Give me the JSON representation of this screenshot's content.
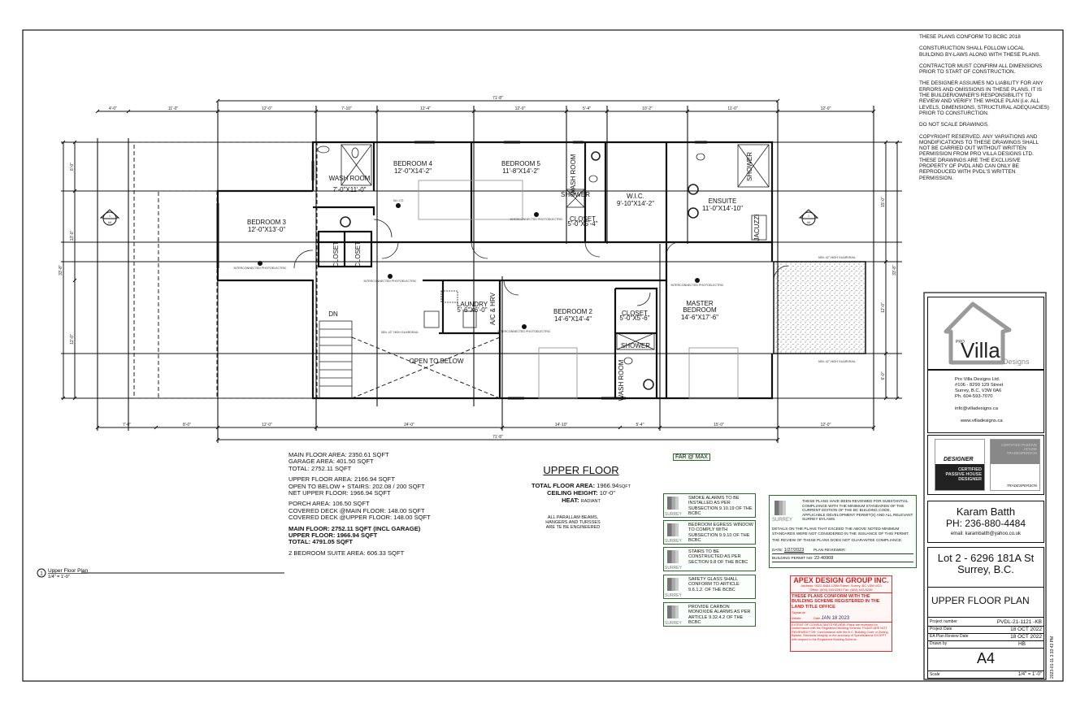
{
  "notes": [
    "THESE PLANS CONFORM TO BCBC 2018",
    "CONSTURUCTION SHALL FOLLOW LOCAL BUILDING BY-LAWS ALONG WITH THESE PLANS.",
    "CONTRACTOR MUST CONFIRM ALL DIMENSIONS PRIOR TO START OF CONSTRUCTION.",
    "THE DESIGNER ASSUMES NO LIABILITY FOR ANY ERRORS AND OMISSIONS IN THESE PLANS. IT IS THE BUILDER/OWNER'S RESPONSIBILITY TO REVIEW AND VERIFY THE WHOLE PLAN (i.e. ALL LEVELS, DIMENSIONS, STRUCTURAL ADEQUACIES) PRIOR TO CONSTURCTION.",
    "DO NOT SCALE DRAWINGS.",
    "COPYRIGHT RESERVED. ANY VARIATIONS AND MONDIFICATIONS TO THESE DRAWINGS SHALL NOT BE CARRIED OUT WITHOUT WRITTEN PERMISSION FROM PRO VILLA DESIGNS LTD. THESE DRAWINGS ARE THE EXCLUSIVE PROPERTY OF PVDL AND CAN ONLY BE REPRODUCED WITH PVDL'S WRITTEN PERMISSION."
  ],
  "plan": {
    "rooms": {
      "washroom1": {
        "name": "WASH ROOM",
        "size": "7'-0\"X11'-0\""
      },
      "bedroom4": {
        "name": "BEDROOM 4",
        "size": "12'-0\"X14'-2\""
      },
      "bedroom5": {
        "name": "BEDROOM 5",
        "size": "11'-8\"X14'-2\""
      },
      "wic": {
        "name": "W.I.C.",
        "size": "9'-10\"X14'-2\""
      },
      "ensuite": {
        "name": "ENSUITE",
        "size": "11'-0\"X14'-10\""
      },
      "bedroom3": {
        "name": "BEDROOM 3",
        "size": "12'-0\"X13'-0\""
      },
      "laundry": {
        "name": "LAUNDRY",
        "size": "5'-6\"X6'-0\""
      },
      "achrv": {
        "name": "A/C & HRV"
      },
      "bedroom2": {
        "name": "BEDROOM 2",
        "size": "14'-6\"X14'-4\""
      },
      "closet2": {
        "name": "CLOSET",
        "size": "5'-0\"X5'-6\""
      },
      "closet5": {
        "name": "CLOSET",
        "size": "5'-0\"X5'-4\""
      },
      "master": {
        "name": "MASTER",
        "name2": "BEDROOM",
        "size": "14'-6\"X17'-6\""
      },
      "open": {
        "name": "OPEN TO BELOW"
      },
      "closetA": {
        "name": "CLOSET"
      },
      "closetB": {
        "name": "CLOSET"
      },
      "washroom2": {
        "name": "WASH ROOM"
      },
      "washroom3": {
        "name": "WASH ROOM"
      },
      "shower": "SHOWER",
      "jacuzzi": "JACUZZI",
      "stair": "DN"
    },
    "smoke_label": "SA / CO",
    "smoke_sub": "INTERCONNECTED PHOTOELECTRIC",
    "guardrail": "MIN. 42\" HIGH GUARDRAIL",
    "section_marker": {
      "num": "1",
      "sheet": "A6"
    },
    "dims_top_overall": "71'-8\"",
    "dims_top": [
      "4'-0\"",
      "11'-0\"",
      "12'-0\"",
      "7'-10\"",
      "12'-4\"",
      "12'-0\"",
      "5'-4\"",
      "10'-2\"",
      "11'-0\"",
      "12'-0\""
    ],
    "dims_bottom_overall": "71'-8\"",
    "dims_bottom": [
      "7'-0\"",
      "8'-0\"",
      "12'-0\"",
      "24'-0\"",
      "14'-10\"",
      "5'-4\"",
      "15'-0\"",
      "12'-0\""
    ],
    "dims_left": [
      "6'-0\"",
      "13'-0\"",
      "12'-0\""
    ],
    "dims_left_overall": "33'-8\"",
    "dims_right": [
      "15'-0\"",
      "12'-0\"",
      "6'-0\""
    ],
    "dims_right_overall": "33'-8\"",
    "view_title": "Upper Floor Plan",
    "view_scale": "1/4\" = 1'-0\"",
    "view_num": "1"
  },
  "areas": [
    [
      "MAIN FLOOR AREA: 2350.61 SQFT",
      "GARAGE AREA: 401.50 SQFT",
      "TOTAL: 2752.11 SQFT"
    ],
    [
      "UPPER FLOOR AREA: 2166.94 SQFT",
      "OPEN TO BELOW + STAIRS: 202.08 / 200 SQFT",
      "NET UPPER FLOOR: 1966.94 SQFT"
    ],
    [
      "PORCH AREA: 106.50 SQFT",
      "COVERED DECK @MAIN FLOOR: 148.00 SQFT",
      "COVERED DECK @UPPER FLOOR: 148.00 SQFT"
    ],
    [
      "MAIN FLOOR: 2752.11 SQFT (INCL GARAGE)",
      "UPPER FLOOR: 1966.94 SQFT",
      "TOTAL: 4791.05 SQFT"
    ],
    [
      "2 BEDROOM SUITE AREA: 606.33 SQFT"
    ]
  ],
  "upper_floor": {
    "title": "UPPER FLOOR",
    "total_label": "TOTAL FLOOR AREA:",
    "total_value": "1966.94",
    "total_unit": "SQFT",
    "ceiling_label": "CEILING HEIGHT:",
    "ceiling_value": "10'-0\"",
    "heat_label": "HEAT:",
    "heat_value": "RADIANT",
    "note": [
      "ALL PARALLAM BEAMS,",
      "HANGERS AND TURSSES",
      "ARE TE BE ENGINEERED"
    ]
  },
  "far_label": "FAR @ MAX",
  "surrey_label": "SURREY",
  "surrey_notes": [
    "SMOKE ALARMS TO BE INSTALLED AS PER SUBSECTION 9.10.19 OF THE BCBC",
    "BEDROOM EGRESS WINDOW TO COMPLY WITH SUBSECTION 9.9.10 OF THE BCBC",
    "STAIRS TO BE CONSTRUCTED AS PER SECTION 9.8 OF THE BCBC",
    "SAFETY GLASS SHALL CONFORM TO ARTICLE 9.6.1.2. OF THE BCBC",
    "PROVIDE CARBON MONOXIDE ALARMS AS PER ARTICLE 9.32.4.2 OF THE BCBC"
  ],
  "review": {
    "text1": "THESE PLANS HAVE BEEN REVIEWED FOR SUBSTANTIAL COMPLIANCE WITH THE MINIMUM STANDARDS OF THE CURRENT EDITION OF THE BC BUILDING CODE, APPLICABLE DEVELOPMENT PERMIT(S) AND ALL RELEVANT SURREY BYLAWS.",
    "text2": "DETAILS ON THE PLANS THAT EXCEED THE ABOVE NOTED MINIMUM STANDARDS WERE NOT CONSIDERED IN THE ISSUANCE OF THIS PERMIT.",
    "text3": "THE REVIEW OF THESE PLANS DOES NOT GUARANTEE COMPLIANCE.",
    "date_label": "DATE:",
    "date": "1/27/2023",
    "reviewer_label": "PLAN REVIEWER:",
    "permit_label": "BUILDING PERMIT NO:",
    "permit": "22-40908"
  },
  "apex": {
    "name": "APEX DESIGN GROUP INC.",
    "address": "Address: 9022-8484-128th Street, Surrey, BC V3W 4G3",
    "phone": "Office: (604) 543-6281     Fax: (604) 543-6246",
    "conform": "THESE PLANS CONFORM WITH THE BUILDING SCHEME REGISTERED IN THE LAND TITLE OFFICE",
    "signature_label": "Signature",
    "initials_label": "Initials",
    "date_label": "Date",
    "date": "JAN 18 2023",
    "extent": "EXTENT OF CONSULTANTS REVIEW: Plans are reviewed for conformance with the Registered Building Scheme. PLANS ARE NOT REVIEWED FOR: Conformance with the B.C. Building Code or Zoning Bylaws, Structural integrity or the accuracy of Specifications EXCEPT with respect to the Registered Building Scheme."
  },
  "title_block": {
    "logo": {
      "pro": "PRO",
      "villa": "Villa",
      "designs": "Designs"
    },
    "company": [
      "Pro Villa Designs Ltd.",
      "#106 - 8299 129 Street",
      "Surrey, B.C. V3W 0A6",
      "Ph. 604-593-7070"
    ],
    "email": "info@villadesigns.ca",
    "web": "www.villadesigns.ca",
    "badge1": {
      "top": "DESIGNER",
      "bottom": "CERTIFIED PASSIVE HOUSE DESIGNER"
    },
    "badge2": {
      "top": "CERTIFIED PASSIVE HOUSE TRADESPERSON",
      "bottom": "TRADESPERSON"
    },
    "client_name": "Karam Batth",
    "client_phone": "PH: 236-880-4484",
    "client_email": "email: karambatth@yahoo.co.uk",
    "address1": "Lot 2 - 6296 181A St",
    "address2": "Surrey, B.C.",
    "sheet_title": "UPPER FLOOR PLAN",
    "rows": [
      {
        "label": "Project number",
        "value": "PVDL-21-1121 -KB"
      },
      {
        "label": "Project Date",
        "value": "18 OCT 2022"
      },
      {
        "label": "EA Plan Review Date",
        "value": "18 OCT 2022"
      },
      {
        "label": "Drawn by",
        "value": "HB"
      }
    ],
    "sheet": "A4",
    "scale_label": "Scale",
    "scale": "1/4\" = 1'-0\"",
    "timestamp": "2023-01-11 3:33:43 PM"
  },
  "colors": {
    "surrey_green": "#2d6b2d",
    "apex_red": "#cc2222",
    "logo_gray": "#9a9a9a"
  }
}
